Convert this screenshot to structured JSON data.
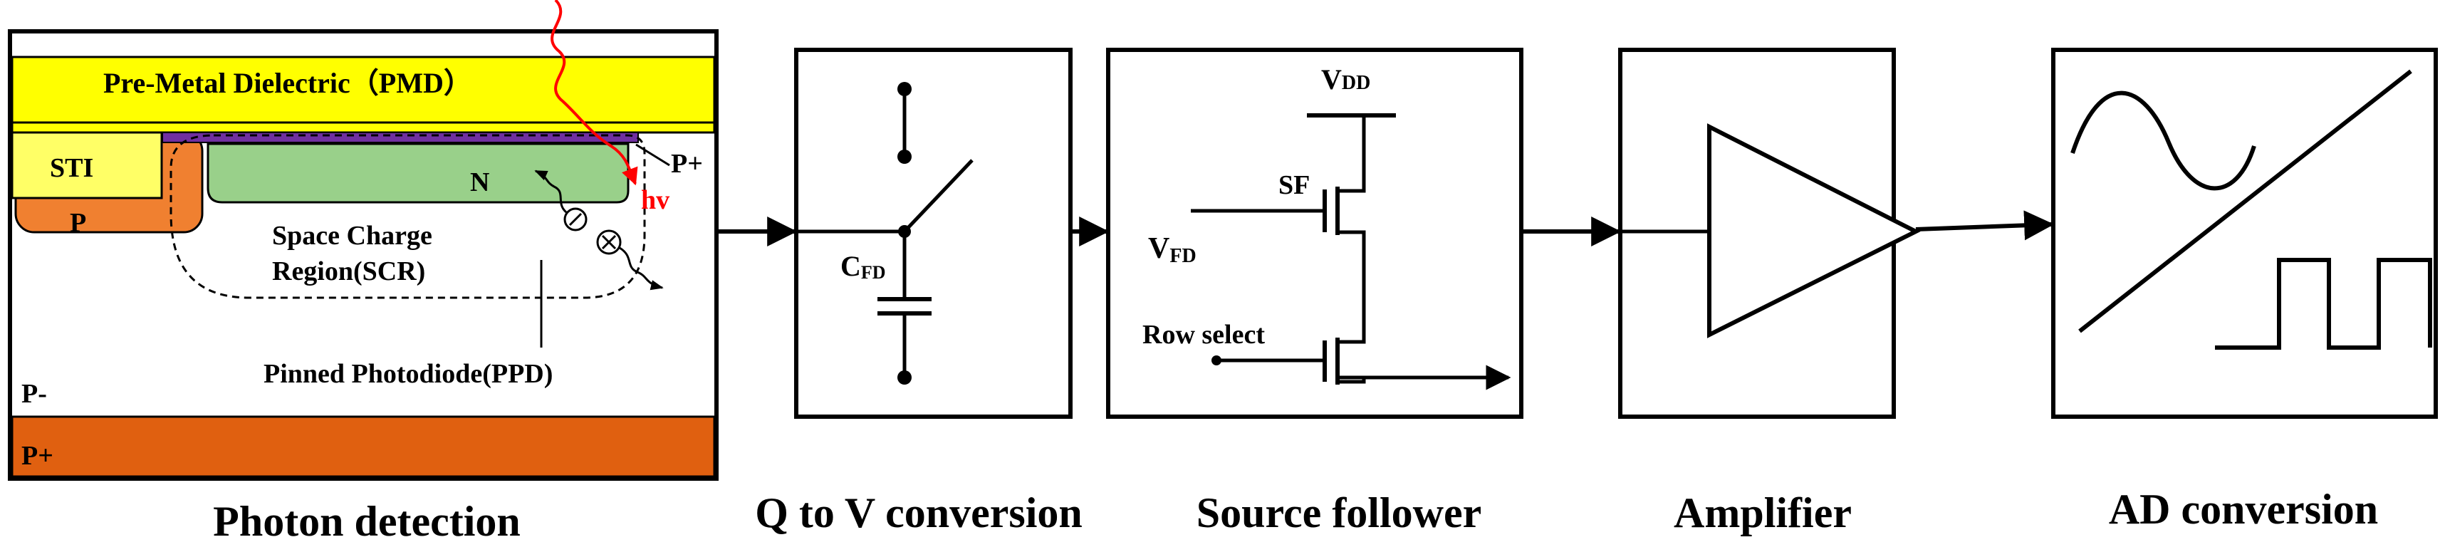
{
  "stages": {
    "photon_detection": {
      "caption": "Photon detection",
      "pmd_label": "Pre-Metal Dielectric（PMD）",
      "sti_label": "STI",
      "p_label": "P",
      "n_label": "N",
      "p_plus_top_label": "P+",
      "hv_label": "hv",
      "scr_label_line1": "Space Charge",
      "scr_label_line2": "Region(SCR)",
      "ppd_label": "Pinned Photodiode(PPD)",
      "p_minus_label": "P-",
      "p_plus_bottom_label": "P+"
    },
    "q_to_v": {
      "caption": "Q to V conversion",
      "cap_label_main": "C",
      "cap_label_sub": "FD"
    },
    "source_follower": {
      "caption": "Source follower",
      "vdd_main": "V",
      "vdd_sub": "DD",
      "sf_label": "SF",
      "vfd_main": "V",
      "vfd_sub": "FD",
      "row_select_label": "Row select"
    },
    "amplifier": {
      "caption": "Amplifier"
    },
    "ad_conversion": {
      "caption": "AD conversion"
    }
  },
  "colors": {
    "pmd": "#ffff00",
    "sti": "#ffff66",
    "p_well": "#f08030",
    "n_region": "#99d08a",
    "p_plus_surface": "#7030a0",
    "substrate_p_plus": "#e06010",
    "photon_ray": "#ff0000",
    "hv_text": "#ff0000"
  }
}
